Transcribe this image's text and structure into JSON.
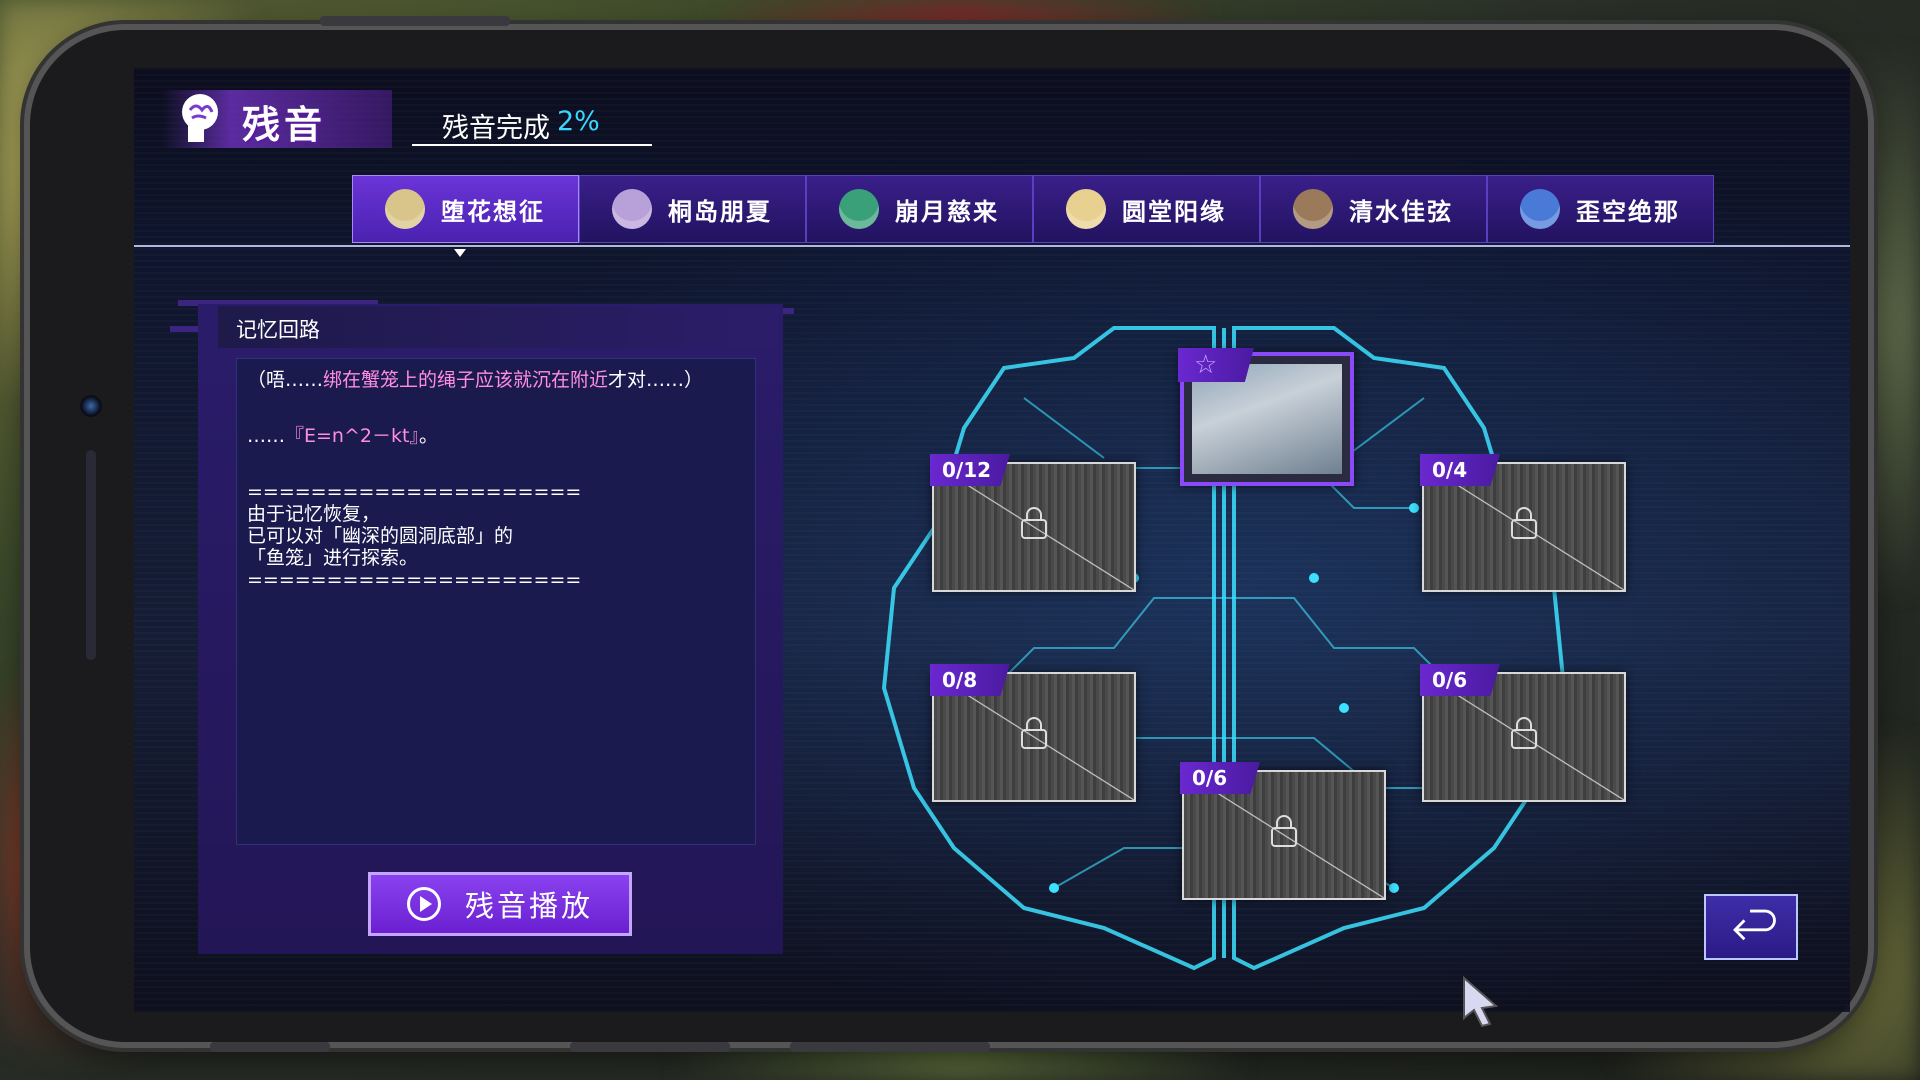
{
  "header": {
    "title": "残音",
    "progress_label": "残音完成",
    "progress_value": "2%"
  },
  "tabs": [
    {
      "label": "堕花想征",
      "active": true,
      "avatar_color": "#d9c48a"
    },
    {
      "label": "桐岛朋夏",
      "active": false,
      "avatar_color": "#b8a0d8"
    },
    {
      "label": "崩月慈来",
      "active": false,
      "avatar_color": "#3aa07a"
    },
    {
      "label": "圆堂阳缘",
      "active": false,
      "avatar_color": "#e8d090"
    },
    {
      "label": "清水佳弦",
      "active": false,
      "avatar_color": "#9a7a5a"
    },
    {
      "label": "歪空绝那",
      "active": false,
      "avatar_color": "#4a7ad8"
    }
  ],
  "memory_panel": {
    "title": "记忆回路",
    "line1_prefix": "（唔……",
    "line1_highlight": "绑在蟹笼上的绳子应该就沉在附近",
    "line1_suffix": "才对……）",
    "line2_prefix": "……",
    "line2_highlight": "『E=n^2－kt』",
    "line2_suffix": "。",
    "divider": "=====================",
    "body_line1": "由于记忆恢复，",
    "body_line2": "已可以对「幽深的圆洞底部」的",
    "body_line3": "「鱼笼」进行探索。",
    "play_button": "残音播放"
  },
  "nodes": [
    {
      "id": "top",
      "featured": true,
      "badge_icon": "star-icon",
      "badge_text": "☆"
    },
    {
      "id": "left-upper",
      "count": "0/12",
      "locked": true
    },
    {
      "id": "right-upper",
      "count": "0/4",
      "locked": true
    },
    {
      "id": "left-lower",
      "count": "0/8",
      "locked": true
    },
    {
      "id": "right-lower",
      "count": "0/6",
      "locked": true
    },
    {
      "id": "bottom",
      "count": "0/6",
      "locked": true
    }
  ],
  "colors": {
    "accent_purple": "#6a28d0",
    "progress_cyan": "#3ad7ff",
    "highlight_pink": "#ff8de0",
    "circuit_cyan": "#3de0ff"
  },
  "icons": {
    "back": "back-arrow-icon",
    "play": "play-circle-icon",
    "lock": "lock-icon",
    "brain": "brain-icon"
  }
}
